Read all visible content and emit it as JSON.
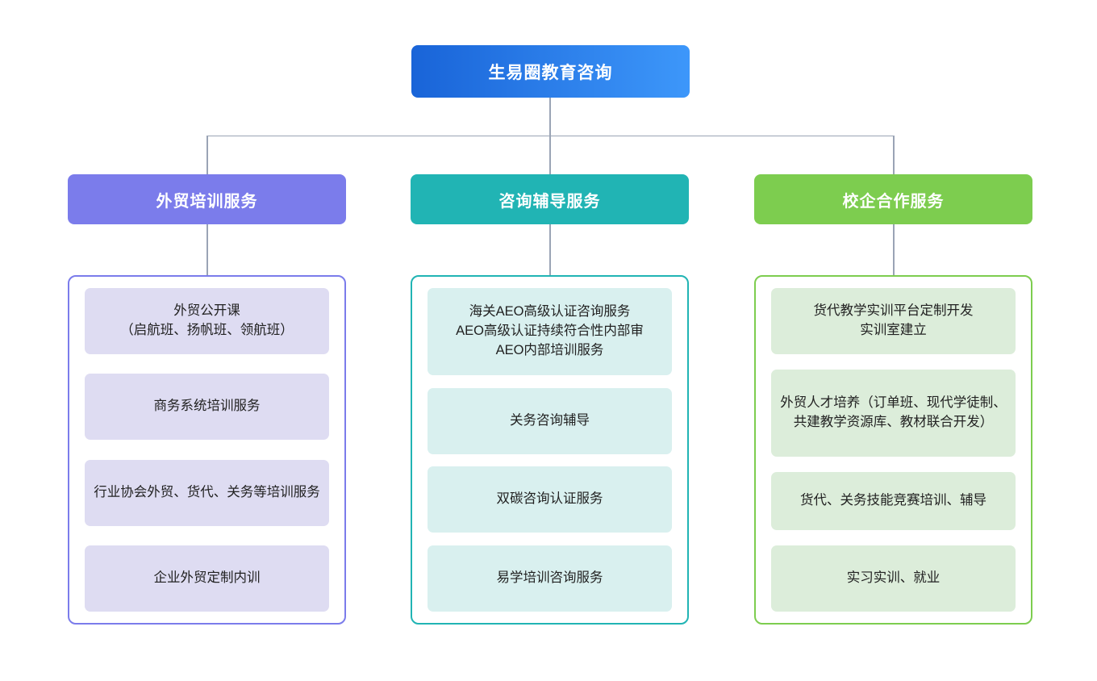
{
  "diagram": {
    "type": "org-chart",
    "root": {
      "label": "生易圈教育咨询",
      "gradient_from": "#1964d8",
      "gradient_to": "#3d97fa"
    },
    "connector_color": "#9aa4b5",
    "branches": [
      {
        "label": "外贸培训服务",
        "header_color": "#7b7ceb",
        "border_color": "#7b7ceb",
        "item_color": "#dedcf2",
        "items": [
          "外贸公开课\n（启航班、扬帆班、领航班）",
          "商务系统培训服务",
          "行业协会外贸、货代、关务等培训服务",
          "企业外贸定制内训"
        ]
      },
      {
        "label": "咨询辅导服务",
        "header_color": "#21b4b4",
        "border_color": "#21b4b4",
        "item_color": "#d9f0ef",
        "items": [
          "海关AEO高级认证咨询服务\nAEO高级认证持续符合性内部审\nAEO内部培训服务",
          "关务咨询辅导",
          "双碳咨询认证服务",
          "易学培训咨询服务"
        ]
      },
      {
        "label": "校企合作服务",
        "header_color": "#7dcd4f",
        "border_color": "#7dcd4f",
        "item_color": "#dcedda",
        "items": [
          "货代教学实训平台定制开发\n实训室建立",
          "外贸人才培养（订单班、现代学徒制、共建教学资源库、教材联合开发）",
          "货代、关务技能竞赛培训、辅导",
          "实习实训、就业"
        ]
      }
    ]
  }
}
